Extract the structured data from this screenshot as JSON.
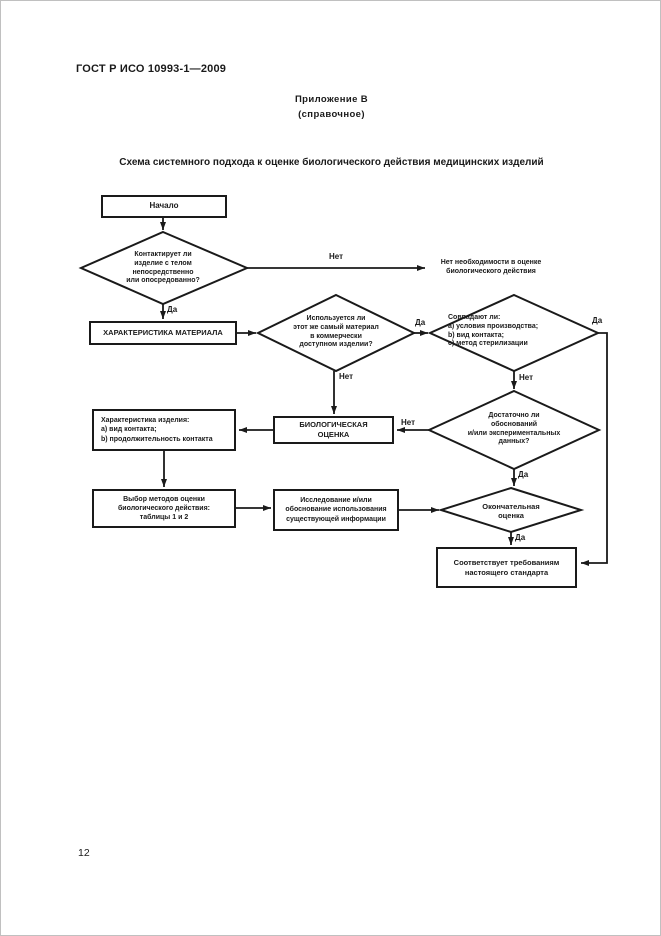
{
  "page": {
    "header": "ГОСТ Р ИСО 10993-1—2009",
    "annex_title": "Приложение В",
    "annex_note": "(справочное)",
    "figure_title": "Схема системного подхода к оценке биологического действия медицинских изделий",
    "page_number": "12"
  },
  "flowchart": {
    "nodes": {
      "start": "Начало",
      "contact_q": "Контактирует ли\nизделие с телом\nнепосредственно\nили опосредованно?",
      "no_need": "Нет необходимости в оценке\nбиологического действия",
      "material_char": "ХАРАКТЕРИСТИКА МАТЕРИАЛА",
      "same_material_q": "Используется ли\nэтот же самый материал\nв коммерчески\nдоступном изделии?",
      "match_q": "Совпадают ли:\na) условия производства;\nb) вид контакта;\nc) метод стерилизации",
      "device_char": "Характеристика изделия:\na) вид контакта;\nb) продолжительность контакта",
      "bio_eval": "БИОЛОГИЧЕСКАЯ\nОЦЕНКА",
      "enough_q": "Достаточно ли\nобоснований\nи/или экспериментальных\nданных?",
      "select_methods": "Выбор методов оценки\nбиологического действия:\nтаблицы 1 и 2",
      "research": "Исследование и/или\nобоснование использования\nсуществующей информации",
      "final_q": "Окончательная\nоценка",
      "complies": "Соответствует требованиям\nнастоящего стандарта"
    },
    "edge_labels": {
      "contact_no": "Нет",
      "contact_yes": "Да",
      "same_material_yes": "Да",
      "same_material_no": "Нет",
      "match_yes": "Да",
      "match_no": "Нет",
      "enough_no": "Нет",
      "enough_yes": "Да",
      "final_yes": "Да"
    },
    "colors": {
      "line": "#1a1a1a",
      "node_fill": "#ffffff",
      "text": "#1a1a1a"
    }
  }
}
